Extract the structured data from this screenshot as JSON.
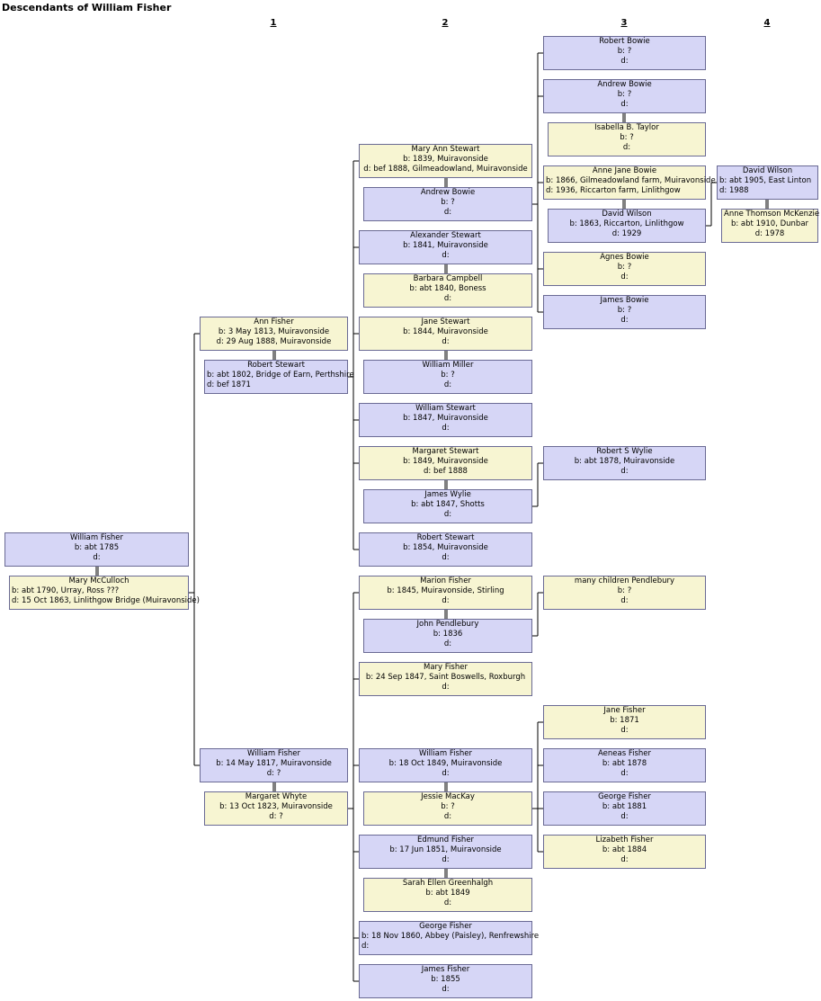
{
  "title": "Descendants of William Fisher",
  "generation_headers": [
    "1",
    "2",
    "3",
    "4"
  ],
  "people": [
    {
      "id": "william_fisher_sr",
      "name": "William Fisher",
      "lines": [
        "b: abt 1785",
        "d:"
      ],
      "color": "blue"
    },
    {
      "id": "mary_mcculloch",
      "name": "Mary McCulloch",
      "lines": [
        "b: abt 1790, Urray, Ross ???",
        "d: 15 Oct 1863, Linlithgow Bridge (Muiravonside)"
      ],
      "color": "yellow"
    },
    {
      "id": "ann_fisher",
      "name": "Ann Fisher",
      "lines": [
        "b: 3 May 1813, Muiravonside",
        "d: 29 Aug 1888, Muiravonside"
      ],
      "color": "yellow"
    },
    {
      "id": "robert_stewart_sr",
      "name": "Robert Stewart",
      "lines": [
        "b: abt 1802, Bridge of Earn, Perthshire",
        "d: bef 1871"
      ],
      "color": "blue"
    },
    {
      "id": "william_fisher_1817",
      "name": "William Fisher",
      "lines": [
        "b: 14 May 1817, Muiravonside",
        "d: ?"
      ],
      "color": "blue"
    },
    {
      "id": "margaret_whyte",
      "name": "Margaret Whyte",
      "lines": [
        "b: 13 Oct 1823, Muiravonside",
        "d: ?"
      ],
      "color": "yellow"
    },
    {
      "id": "mary_ann_stewart",
      "name": "Mary Ann Stewart",
      "lines": [
        "b: 1839, Muiravonside",
        "d: bef 1888, Gilmeadowland, Muiravonside"
      ],
      "color": "yellow"
    },
    {
      "id": "andrew_bowie_sp",
      "name": "Andrew Bowie",
      "lines": [
        "b: ?",
        "d:"
      ],
      "color": "blue"
    },
    {
      "id": "alexander_stewart",
      "name": "Alexander Stewart",
      "lines": [
        "b: 1841, Muiravonside",
        "d:"
      ],
      "color": "blue"
    },
    {
      "id": "barbara_campbell",
      "name": "Barbara Campbell",
      "lines": [
        "b: abt 1840, Boness",
        "d:"
      ],
      "color": "yellow"
    },
    {
      "id": "jane_stewart",
      "name": "Jane Stewart",
      "lines": [
        "b: 1844, Muiravonside",
        "d:"
      ],
      "color": "yellow"
    },
    {
      "id": "william_miller",
      "name": "William Miller",
      "lines": [
        "b: ?",
        "d:"
      ],
      "color": "blue"
    },
    {
      "id": "william_stewart",
      "name": "William Stewart",
      "lines": [
        "b: 1847, Muiravonside",
        "d:"
      ],
      "color": "blue"
    },
    {
      "id": "margaret_stewart",
      "name": "Margaret Stewart",
      "lines": [
        "b: 1849, Muiravonside",
        "d: bef 1888"
      ],
      "color": "yellow"
    },
    {
      "id": "james_wylie",
      "name": "James Wylie",
      "lines": [
        "b: abt 1847, Shotts",
        "d:"
      ],
      "color": "blue"
    },
    {
      "id": "robert_stewart_jr",
      "name": "Robert Stewart",
      "lines": [
        "b: 1854, Muiravonside",
        "d:"
      ],
      "color": "blue"
    },
    {
      "id": "marion_fisher",
      "name": "Marion Fisher",
      "lines": [
        "b: 1845, Muiravonside, Stirling",
        "d:"
      ],
      "color": "yellow"
    },
    {
      "id": "john_pendlebury",
      "name": "John Pendlebury",
      "lines": [
        "b: 1836",
        "d:"
      ],
      "color": "blue"
    },
    {
      "id": "mary_fisher",
      "name": "Mary Fisher",
      "lines": [
        "b: 24 Sep 1847, Saint Boswells, Roxburgh",
        "d:"
      ],
      "color": "yellow"
    },
    {
      "id": "william_fisher_1849",
      "name": "William Fisher",
      "lines": [
        "b: 18 Oct 1849, Muiravonside",
        "d:"
      ],
      "color": "blue"
    },
    {
      "id": "jessie_mackay",
      "name": "Jessie MacKay",
      "lines": [
        "b: ?",
        "d:"
      ],
      "color": "yellow"
    },
    {
      "id": "edmund_fisher",
      "name": "Edmund Fisher",
      "lines": [
        "b: 17 Jun 1851, Muiravonside",
        "d:"
      ],
      "color": "blue"
    },
    {
      "id": "sarah_greenhalgh",
      "name": "Sarah Ellen Greenhalgh",
      "lines": [
        "b: abt 1849",
        "d:"
      ],
      "color": "yellow"
    },
    {
      "id": "george_fisher_1860",
      "name": "George Fisher",
      "lines": [
        "b: 18 Nov 1860, Abbey (Paisley), Renfrewshire",
        "d:"
      ],
      "color": "blue"
    },
    {
      "id": "james_fisher",
      "name": "James Fisher",
      "lines": [
        "b: 1855",
        "d:"
      ],
      "color": "blue"
    },
    {
      "id": "robert_bowie",
      "name": "Robert Bowie",
      "lines": [
        "b: ?",
        "d:"
      ],
      "color": "blue"
    },
    {
      "id": "andrew_bowie_jr",
      "name": "Andrew Bowie",
      "lines": [
        "b: ?",
        "d:"
      ],
      "color": "blue"
    },
    {
      "id": "isabella_taylor",
      "name": "Isabella B. Taylor",
      "lines": [
        "b: ?",
        "d:"
      ],
      "color": "yellow"
    },
    {
      "id": "anne_jane_bowie",
      "name": "Anne Jane Bowie",
      "lines": [
        "b: 1866, Gilmeadowland farm, Muiravonside",
        "d: 1936, Riccarton farm, Linlithgow"
      ],
      "color": "yellow"
    },
    {
      "id": "david_wilson_1863",
      "name": "David Wilson",
      "lines": [
        "b: 1863, Riccarton, Linlithgow",
        "d: 1929"
      ],
      "color": "blue"
    },
    {
      "id": "agnes_bowie",
      "name": "Agnes Bowie",
      "lines": [
        "b: ?",
        "d:"
      ],
      "color": "yellow"
    },
    {
      "id": "james_bowie",
      "name": "James Bowie",
      "lines": [
        "b: ?",
        "d:"
      ],
      "color": "blue"
    },
    {
      "id": "robert_s_wylie",
      "name": "Robert S Wylie",
      "lines": [
        "b: abt 1878, Muiravonside",
        "d:"
      ],
      "color": "blue"
    },
    {
      "id": "many_children",
      "name": "many children Pendlebury",
      "lines": [
        "b: ?",
        "d:"
      ],
      "color": "yellow"
    },
    {
      "id": "jane_fisher",
      "name": "Jane Fisher",
      "lines": [
        "b: 1871",
        "d:"
      ],
      "color": "yellow"
    },
    {
      "id": "aeneas_fisher",
      "name": "Aeneas Fisher",
      "lines": [
        "b: abt 1878",
        "d:"
      ],
      "color": "blue"
    },
    {
      "id": "george_fisher_1881",
      "name": "George Fisher",
      "lines": [
        "b: abt 1881",
        "d:"
      ],
      "color": "blue"
    },
    {
      "id": "lizabeth_fisher",
      "name": "Lizabeth Fisher",
      "lines": [
        "b: abt 1884",
        "d:"
      ],
      "color": "yellow"
    },
    {
      "id": "david_wilson_1905",
      "name": "David Wilson",
      "lines": [
        "b: abt 1905, East Linton",
        "d: 1988"
      ],
      "color": "blue"
    },
    {
      "id": "anne_mckenzie",
      "name": "Anne Thomson McKenzie",
      "lines": [
        "b: abt 1910, Dunbar",
        "d: 1978"
      ],
      "color": "yellow"
    }
  ],
  "colors": {
    "male": "#d6d6f6",
    "female": "#f7f5d2",
    "border": "#6a6a94",
    "line": "#000000"
  }
}
